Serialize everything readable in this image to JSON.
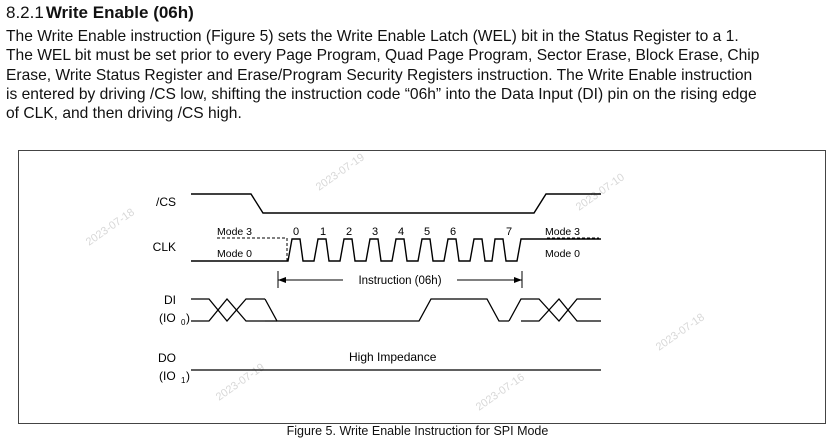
{
  "section": {
    "number": "8.2.1",
    "title": "Write Enable (06h)"
  },
  "paragraph": [
    "The Write Enable instruction (Figure 5) sets the Write Enable Latch (WEL) bit in the Status Register to a 1.",
    "The WEL bit must be set prior to every Page Program, Quad Page Program, Sector Erase, Block Erase, Chip",
    "Erase, Write Status Register and Erase/Program Security Registers instruction. The Write Enable instruction",
    "is entered by driving /CS low, shifting the instruction code “06h” into the Data Input (DI) pin on the rising edge",
    "of CLK, and then driving /CS high."
  ],
  "figure": {
    "signals": {
      "cs": "/CS",
      "clk": "CLK",
      "di": "DI",
      "di_sub": "(IO",
      "di_idx": "0",
      "do": "DO",
      "do_sub": "(IO",
      "do_idx": "1"
    },
    "mode3_left": "Mode 3",
    "mode0_left": "Mode 0",
    "mode3_right": "Mode 3",
    "mode0_right": "Mode 0",
    "clock_numbers": [
      "0",
      "1",
      "2",
      "3",
      "4",
      "5",
      "6",
      "7"
    ],
    "instruction_label": "Instruction (06h)",
    "high_impedance": "High Impedance",
    "caption": "Figure 5. Write Enable Instruction for SPI Mode"
  }
}
